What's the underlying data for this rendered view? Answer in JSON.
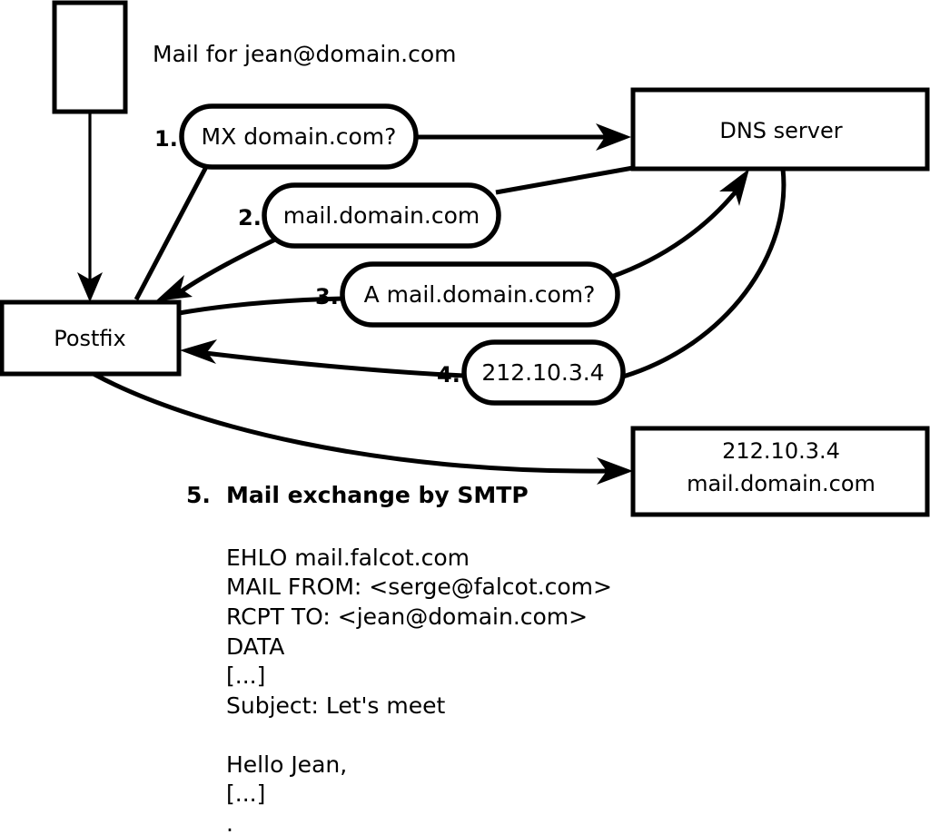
{
  "diagram": {
    "title": "Mail for jean@domain.com",
    "nodes": [
      {
        "id": "sender",
        "label": "",
        "type": "box"
      },
      {
        "id": "postfix",
        "label": "Postfix",
        "type": "box"
      },
      {
        "id": "dns",
        "label": "DNS server",
        "type": "box"
      },
      {
        "id": "destination",
        "label_line1": "212.10.3.4",
        "label_line2": "mail.domain.com",
        "type": "box"
      }
    ],
    "steps": [
      {
        "number": "1.",
        "message": "MX domain.com?"
      },
      {
        "number": "2.",
        "message": "mail.domain.com"
      },
      {
        "number": "3.",
        "message": "A mail.domain.com?"
      },
      {
        "number": "4.",
        "message": "212.10.3.4"
      }
    ],
    "step5": {
      "number": "5.",
      "label": "Mail exchange by SMTP"
    },
    "smtp_transcript": [
      "EHLO mail.falcot.com",
      "MAIL FROM: <serge@falcot.com>",
      "RCPT TO: <jean@domain.com>",
      "DATA",
      "[...]",
      "Subject: Let's meet",
      "",
      "Hello Jean,",
      "[...]",
      "",
      "."
    ],
    "colors": {
      "stroke": "#000000",
      "fill": "#ffffff",
      "background": "#ffffff"
    }
  }
}
